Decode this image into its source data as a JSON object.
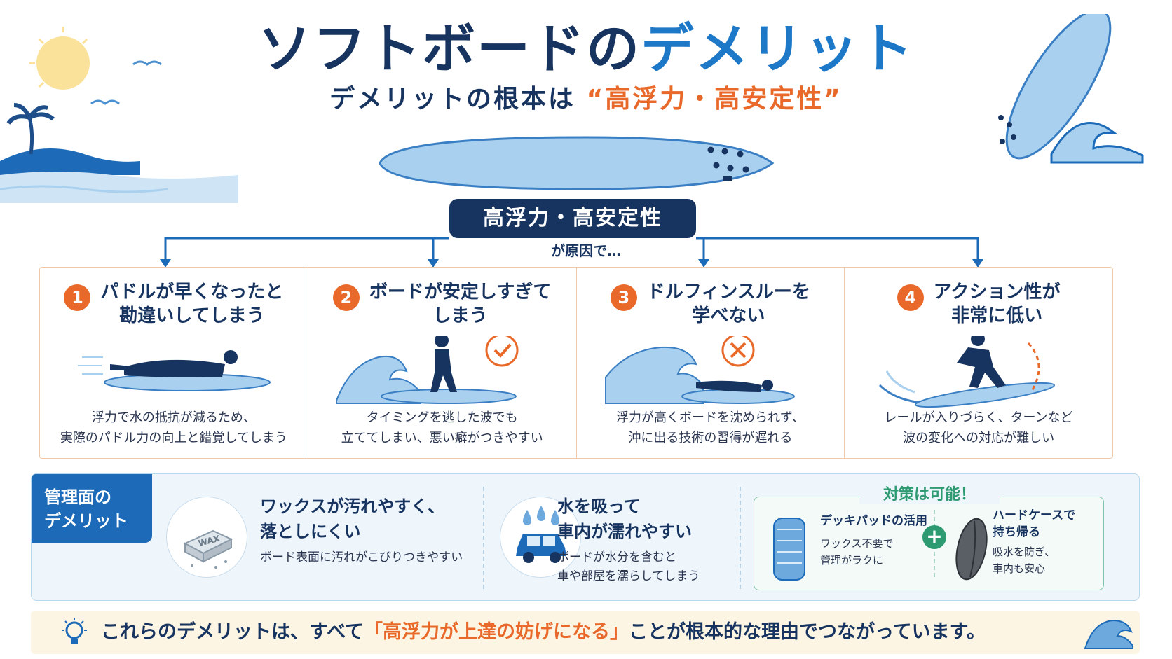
{
  "title": {
    "part1": "ソフトボードの",
    "part2": "デメリット"
  },
  "subtitle": {
    "part1": "デメリットの根本は",
    "part2": "“高浮力・高安定性”"
  },
  "cause": {
    "label": "高浮力・高安定性",
    "sub": "が原因で…"
  },
  "cards": [
    {
      "num": "1",
      "title": [
        "パドルが早くなったと",
        "勘違いしてしまう"
      ],
      "desc": [
        "浮力で水の抵抗が減るため、",
        "実際のパドル力の向上と錯覚してしまう"
      ]
    },
    {
      "num": "2",
      "title": [
        "ボードが安定しすぎて",
        "しまう"
      ],
      "desc": [
        "タイミングを逃した波でも",
        "立ててしまい、悪い癖がつきやすい"
      ]
    },
    {
      "num": "3",
      "title": [
        "ドルフィンスルーを",
        "学べない"
      ],
      "desc": [
        "浮力が高くボードを沈められず、",
        "沖に出る技術の習得が遅れる"
      ]
    },
    {
      "num": "4",
      "title": [
        "アクション性が",
        "非常に低い"
      ],
      "desc": [
        "レールが入りづらく、ターンなど",
        "波の変化への対応が難しい"
      ]
    }
  ],
  "management": {
    "label": [
      "管理面の",
      "デメリット"
    ],
    "wax": {
      "title": [
        "ワックスが汚れやすく、",
        "落としにくい"
      ],
      "desc": "ボード表面に汚れがこびりつきやすい",
      "icon_text": "WAX"
    },
    "water": {
      "title": [
        "水を吸って",
        "車内が濡れやすい"
      ],
      "desc": [
        "ボードが水分を含むと",
        "車や部屋を濡らしてしまう"
      ]
    },
    "counter": {
      "title": "対策は可能！",
      "deck": {
        "title": "デッキパッドの活用",
        "desc": [
          "ワックス不要で",
          "管理がラクに"
        ]
      },
      "case": {
        "title": [
          "ハードケースで",
          "持ち帰る"
        ],
        "desc": [
          "吸水を防ぎ、",
          "車内も安心"
        ]
      },
      "plus": "+"
    }
  },
  "banner": {
    "pre": "これらのデメリットは、すべて",
    "highlight": "「高浮力が上達の妨げになる」",
    "post": "ことが根本的な理由でつながっています。"
  },
  "colors": {
    "navy": "#17335f",
    "blue": "#1d78c8",
    "orange": "#e8692a",
    "green": "#2e9a72",
    "board": "#a9d0ef"
  }
}
